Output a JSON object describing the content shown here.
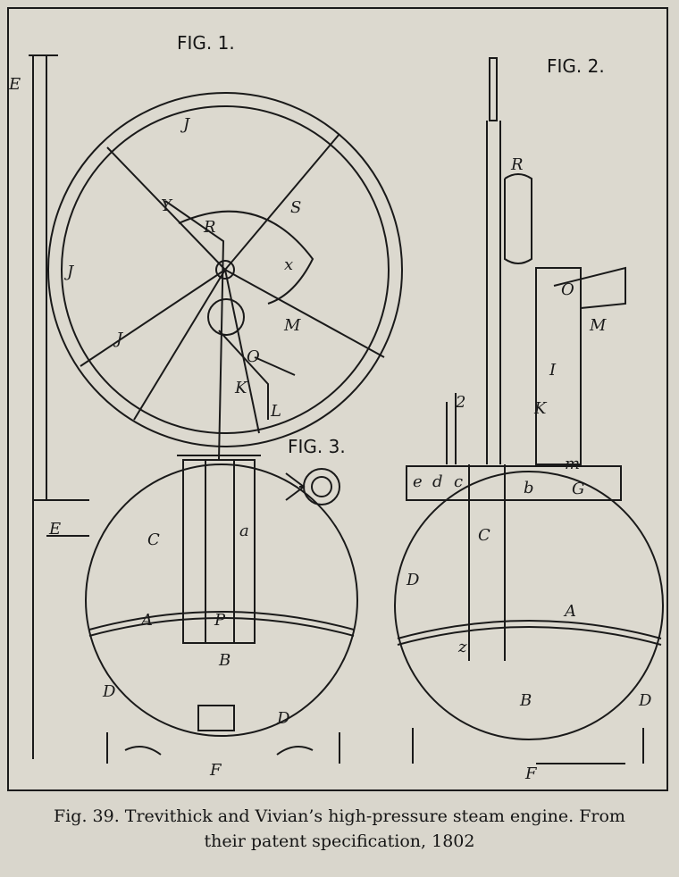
{
  "figures": {
    "fig1_title": "FIG. 1.",
    "fig2_title": "FIG. 2.",
    "fig3_title": "FIG. 3."
  },
  "fig1_labels": [
    "E",
    "J",
    "J",
    "Y",
    "S",
    "J",
    "R",
    "x",
    "M",
    "O",
    "K",
    "L",
    "C",
    "a",
    "P",
    "A",
    "B",
    "D",
    "E",
    "D",
    "F"
  ],
  "fig2_labels": [
    "R",
    "O",
    "M",
    "I",
    "K",
    "2",
    "m",
    "G",
    "b",
    "c",
    "d",
    "e",
    "A",
    "C",
    "D",
    "z",
    "B",
    "D",
    "F"
  ],
  "caption": {
    "line1": "Fig. 39.  Trevithick and Vivian’s high-pressure steam engine. From",
    "line2": "their patent specification, 1802"
  }
}
